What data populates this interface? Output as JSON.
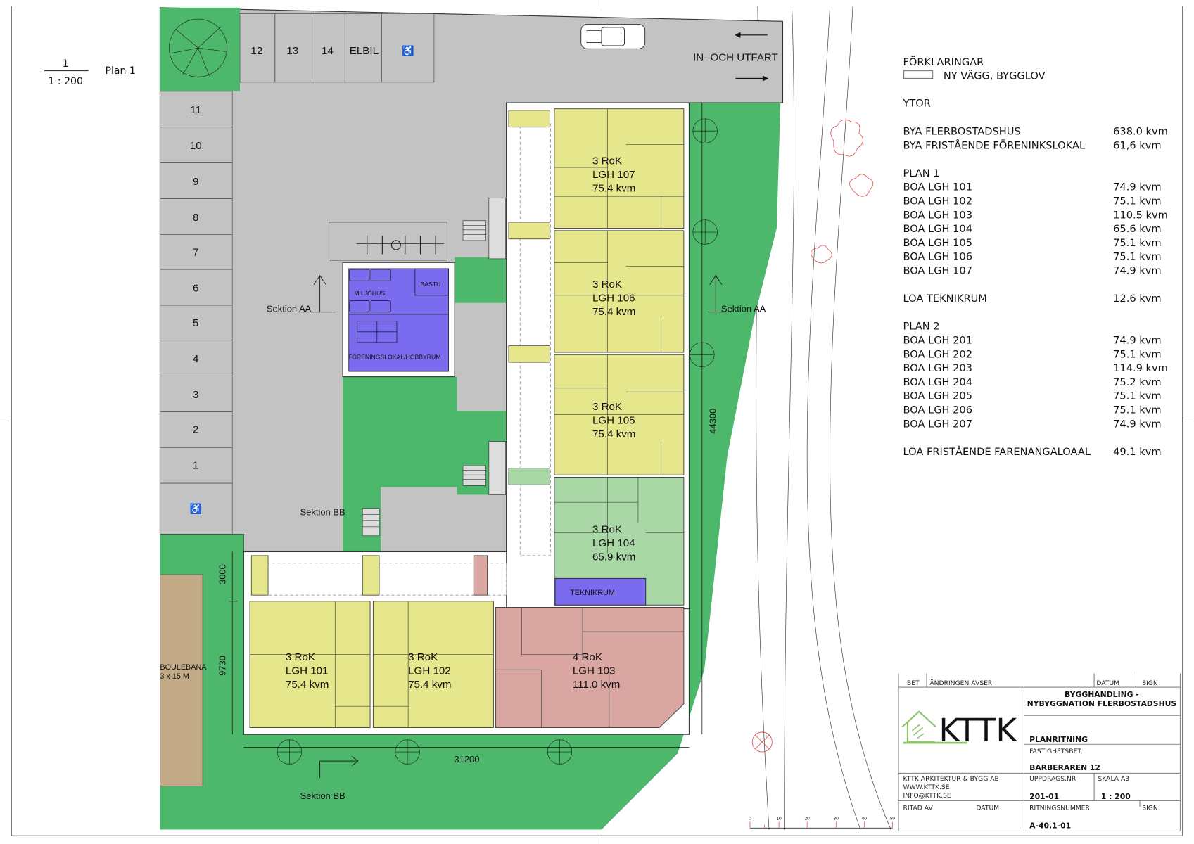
{
  "plan_label": {
    "number": "1",
    "scale": "1 : 200",
    "name": "Plan 1"
  },
  "parking_top": [
    "12",
    "13",
    "14",
    "ELBIL",
    "♿"
  ],
  "parking_left": [
    "11",
    "10",
    "9",
    "8",
    "7",
    "6",
    "5",
    "4",
    "3",
    "2",
    "1",
    "♿"
  ],
  "entrance_label": "IN- OCH UTFART",
  "apartments": [
    {
      "type": "3 RoK",
      "id": "LGH 107",
      "area": "75.4 kvm"
    },
    {
      "type": "3 RoK",
      "id": "LGH 106",
      "area": "75.4 kvm"
    },
    {
      "type": "3 RoK",
      "id": "LGH 105",
      "area": "75.4 kvm"
    },
    {
      "type": "3 RoK",
      "id": "LGH 104",
      "area": "65.9 kvm"
    },
    {
      "type": "3 RoK",
      "id": "LGH 101",
      "area": "75.4 kvm"
    },
    {
      "type": "3 RoK",
      "id": "LGH 102",
      "area": "75.4 kvm"
    },
    {
      "type": "4 RoK",
      "id": "LGH 103",
      "area": "111.0 kvm"
    }
  ],
  "rooms": {
    "miljohus": "MILJÖHUS",
    "bastu": "BASTU",
    "foreningslokal": "FÖRENINGSLOKAL/HOBBYRUM",
    "teknikrum": "TEKNIKRUM",
    "boulebana": "BOULEBANA",
    "boulebana_size": "3 x 15 M"
  },
  "sections": {
    "aa_left": "Sektion AA",
    "aa_right": "Sektion AA",
    "bb_top": "Sektion BB",
    "bb_bottom": "Sektion BB"
  },
  "dimensions": {
    "length_vertical": "44300",
    "length_horizontal": "31200",
    "wing_depth": "9730",
    "corridor": "3000"
  },
  "scale_bar": [
    "0",
    "10",
    "20",
    "30",
    "40",
    "50"
  ],
  "legend": {
    "title": "FÖRKLARINGAR",
    "new_wall": "NY VÄGG, BYGGLOV",
    "areas_title": "YTOR",
    "groups": [
      {
        "title": "",
        "rows": [
          [
            "BYA FLERBOSTADSHUS",
            "638.0 kvm"
          ],
          [
            "BYA FRISTÅENDE FÖRENINKSLOKAL",
            "61,6 kvm"
          ]
        ]
      },
      {
        "title": "PLAN 1",
        "rows": [
          [
            "BOA LGH 101",
            "74.9 kvm"
          ],
          [
            "BOA LGH 102",
            "75.1 kvm"
          ],
          [
            "BOA LGH 103",
            "110.5 kvm"
          ],
          [
            "BOA LGH 104",
            "65.6 kvm"
          ],
          [
            "BOA LGH 105",
            "75.1 kvm"
          ],
          [
            "BOA LGH 106",
            "75.1 kvm"
          ],
          [
            "BOA LGH 107",
            "74.9 kvm"
          ]
        ]
      },
      {
        "title": "",
        "rows": [
          [
            "LOA TEKNIKRUM",
            "12.6 kvm"
          ]
        ]
      },
      {
        "title": "PLAN 2",
        "rows": [
          [
            "BOA LGH 201",
            "74.9 kvm"
          ],
          [
            "BOA LGH 202",
            "75.1 kvm"
          ],
          [
            "BOA LGH 203",
            "114.9 kvm"
          ],
          [
            "BOA LGH 204",
            "75.2 kvm"
          ],
          [
            "BOA LGH 205",
            "75.1 kvm"
          ],
          [
            "BOA LGH 206",
            "75.1 kvm"
          ],
          [
            "BOA LGH 207",
            "74.9 kvm"
          ]
        ]
      },
      {
        "title": "",
        "rows": [
          [
            "LOA FRISTÅENDE FARENANGALOAAL",
            "49.1 kvm"
          ]
        ]
      }
    ]
  },
  "title_block": {
    "bet": "BET",
    "andringen": "ÄNDRINGEN AVSER",
    "datum": "DATUM",
    "sign": "SIGN",
    "logo": "KTTK",
    "project_line1": "BYGGHANDLING -",
    "project_line2": "NYBYGGNATION FLERBOSTADSHUS",
    "drawing_type": "PLANRITNING",
    "property_label": "FASTIGHETSBET.",
    "property": "BARBERAREN 12",
    "company": "KTTK ARKITEKTUR & BYGG AB",
    "web": "WWW.KTTK.SE",
    "email": "INFO@KTTK.SE",
    "job_label": "UPPDRAGS.NR",
    "job": "201-01",
    "scale_label": "SKALA A3",
    "scale": "1 : 200",
    "drawn_by": "RITAD AV",
    "date2": "DATUM",
    "drawing_no_label": "RITNINGSNUMMER",
    "drawing_no": "A-40.1-01",
    "sign2": "SIGN"
  },
  "colors": {
    "paving": "#c3c3c3",
    "lawn": "#4db86c",
    "apt_yellow": "#e6e68c",
    "apt_green": "#a9d7a6",
    "apt_pink": "#d9a6a2",
    "purple": "#7b6bee",
    "boule": "#c3aa86",
    "logo_green": "#8cc46a"
  }
}
